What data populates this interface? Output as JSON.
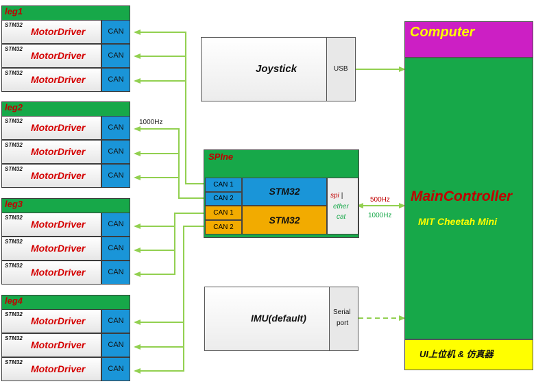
{
  "legs": [
    {
      "title": "leg1",
      "rows": [
        {
          "chip": "STM32",
          "driver": "MotorDriver",
          "bus": "CAN"
        },
        {
          "chip": "STM32",
          "driver": "MotorDriver",
          "bus": "CAN"
        },
        {
          "chip": "STM32",
          "driver": "MotorDriver",
          "bus": "CAN"
        }
      ]
    },
    {
      "title": "leg2",
      "rows": [
        {
          "chip": "STM32",
          "driver": "MotorDriver",
          "bus": "CAN"
        },
        {
          "chip": "STM32",
          "driver": "MotorDriver",
          "bus": "CAN"
        },
        {
          "chip": "STM32",
          "driver": "MotorDriver",
          "bus": "CAN"
        }
      ]
    },
    {
      "title": "leg3",
      "rows": [
        {
          "chip": "STM32",
          "driver": "MotorDriver",
          "bus": "CAN"
        },
        {
          "chip": "STM32",
          "driver": "MotorDriver",
          "bus": "CAN"
        },
        {
          "chip": "STM32",
          "driver": "MotorDriver",
          "bus": "CAN"
        }
      ]
    },
    {
      "title": "leg4",
      "rows": [
        {
          "chip": "STM32",
          "driver": "MotorDriver",
          "bus": "CAN"
        },
        {
          "chip": "STM32",
          "driver": "MotorDriver",
          "bus": "CAN"
        },
        {
          "chip": "STM32",
          "driver": "MotorDriver",
          "bus": "CAN"
        }
      ]
    }
  ],
  "leg_link_rate": "1000Hz",
  "joystick": {
    "label": "Joystick",
    "port": "USB"
  },
  "spine": {
    "title": "SPIne",
    "ports_top": [
      "CAN 1",
      "CAN 2"
    ],
    "ports_bottom": [
      "CAN 1",
      "CAN 2"
    ],
    "chip_top": "STM32",
    "chip_bottom": "STM32",
    "iface_spi": "spi",
    "iface_sep": "|",
    "iface_ether": "ether",
    "iface_cat": "cat",
    "rate_down": "500Hz",
    "rate_up": "1000Hz"
  },
  "imu": {
    "label": "IMU(default)",
    "port_line1": "Serial",
    "port_line2": "port"
  },
  "computer": {
    "title": "Computer",
    "main": "MainController",
    "sub": "MIT Cheetah Mini",
    "footer": "UI上位机 & 仿真器"
  },
  "colors": {
    "leg_green": "#17a849",
    "can_blue": "#1a95d8",
    "spine_orange": "#f2ab00",
    "computer_magenta": "#cc1fc4",
    "footer_yellow": "#ffff00",
    "link_green": "#92d050"
  }
}
